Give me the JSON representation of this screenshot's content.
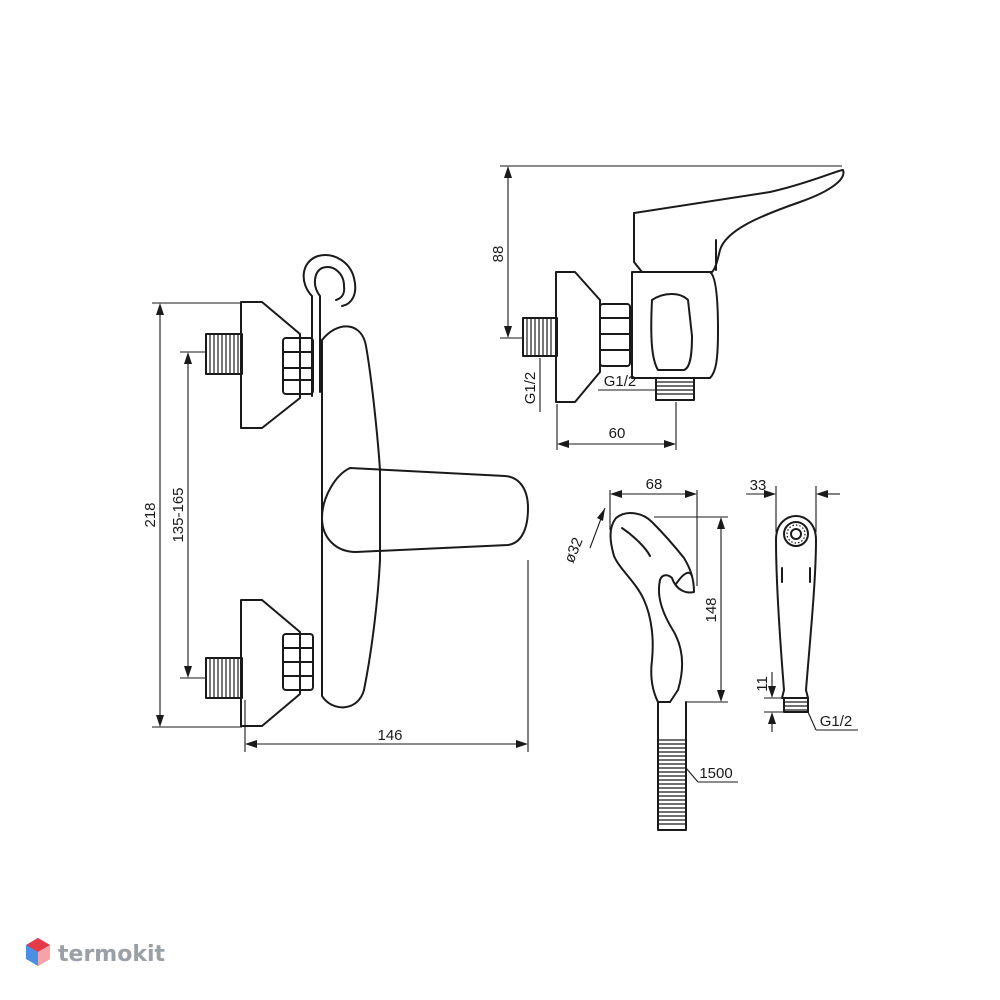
{
  "dimensions": {
    "total_height": "218",
    "center_distance": "135-165",
    "total_width": "146",
    "side_height": "88",
    "side_depth": "60",
    "inlet_thread": "G1/2",
    "outlet_thread": "G1/2",
    "handset_length": "68",
    "handset_diameter": "ø32",
    "handset_height": "148",
    "handset_width": "33",
    "handset_thread_len": "11",
    "handset_thread": "G1/2",
    "hose_length": "1500"
  },
  "watermark": {
    "text": "termokit",
    "colors": [
      "#e63946",
      "#4a90e2",
      "#f5a3a8"
    ]
  }
}
